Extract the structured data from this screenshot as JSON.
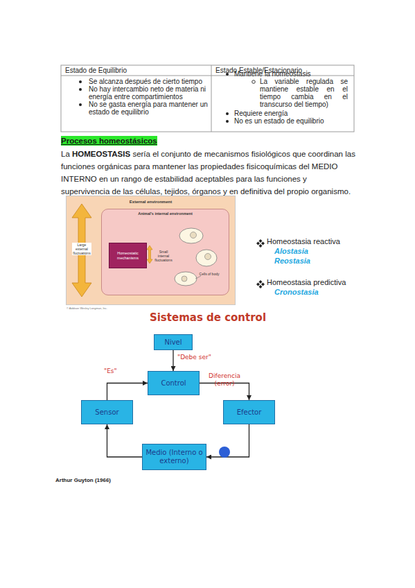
{
  "diagram": {
    "title": "Sistemas de control",
    "nodes": [
      {
        "text": [
          "External environment"
        ]
      },
      {
        "text": [
          "Animal's internal environment"
        ],
        "in": 0
      },
      {
        "text": [
          "Homeostatic mechanisms"
        ],
        "in": 1
      },
      {
        "text": [
          "Nivel"
        ]
      },
      {
        "text": [
          "Control"
        ]
      },
      {
        "text": [
          "Sensor"
        ]
      },
      {
        "text": [
          "Efector"
        ]
      },
      {
        "text": [
          "Medio (Interno o externo)"
        ]
      }
    ],
    "edges": [
      {
        "from": 3,
        "to": 4,
        "arrow": "to",
        "label": "\"Debe ser\""
      },
      {
        "from": 4,
        "to": 6,
        "arrow": "to",
        "label": "Diferencia (error)"
      },
      {
        "from": 6,
        "to": 7,
        "arrow": "to"
      },
      {
        "from": 7,
        "to": 5,
        "arrow": "to"
      },
      {
        "from": 5,
        "to": 4,
        "arrow": "to",
        "label": "\"Es\""
      }
    ],
    "labels": [
      "Estado de Equilibrio",
      "Estado Estable/Estacionario",
      "Se alcanza después de cierto tiempo",
      "No hay intercambio neto de materia ni energía entre compartimientos",
      "No se gasta energía para mantener un estado de equilibrio",
      "Mantiene la homeostasis",
      "La variable regulada se mantiene estable en el tiempo cambia en el transcurso del tiempo)",
      "Requiere energía",
      "No es un estado de equilibrio",
      "Procesos homeostásicos",
      "La",
      "HOMEOSTASIS",
      "sería el conjunto de mecanismos fisiológicos que coordinan las funciones orgánicas para mantener las propiedades fisicoquímicas del MEDIO INTERNO en un rango de estabilidad aceptables para las funciones y supervivencia de las células, tejidos, órganos y en definitiva del propio organismo.",
      "Large external fluctuations",
      "Small internal fluctuations",
      "Cells of body",
      "© Addison Wesley Longman, Inc.",
      "Homeostasia reactiva",
      "Alostasia",
      "Reostasia",
      "Homeostasia predictiva",
      "Cronostasia",
      "Arthur Guyton (1966)"
    ]
  }
}
